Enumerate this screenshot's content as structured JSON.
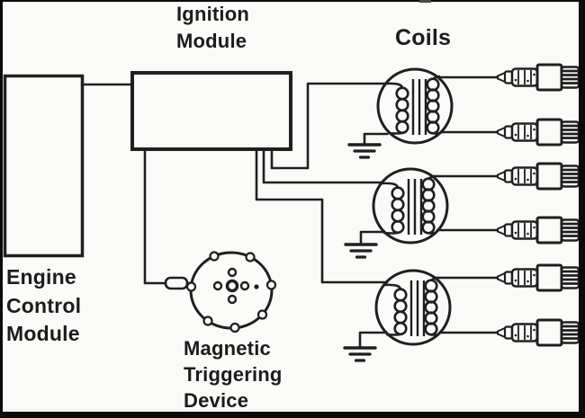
{
  "labels": {
    "ignition_module": {
      "lines": [
        "Ignition",
        "Module"
      ]
    },
    "coils": "Coils",
    "engine_control_module": {
      "lines": [
        "Engine",
        "Control",
        "Module"
      ]
    },
    "magnetic_triggering_device": {
      "lines": [
        "Magnetic",
        "Triggering",
        "Device"
      ]
    }
  },
  "components": {
    "coil_count": 3,
    "spark_plug_count": 6,
    "ground_symbol_count": 3,
    "pickup_connector_count": 1
  },
  "colors": {
    "ink": "#1f1f1f",
    "background": "#fafaf8",
    "frame": "#0b0b0b"
  }
}
